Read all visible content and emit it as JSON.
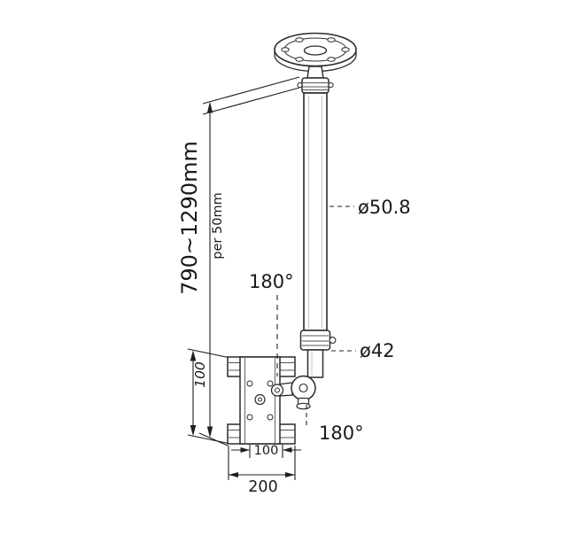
{
  "drawing": {
    "labels": {
      "height_range": "790~1290mm",
      "height_step": "per 50mm",
      "pole_diameter": "ø50.8",
      "swivel_top": "180°",
      "tube_diameter": "ø42",
      "bracket_height": "100",
      "hole_pattern_width": "100",
      "bracket_width": "200",
      "swivel_bottom": "180°"
    },
    "colors": {
      "background": "#ffffff",
      "line": "#2a2a2a",
      "dimension": "#1f1f1f",
      "text": "#1a1a1a"
    }
  }
}
